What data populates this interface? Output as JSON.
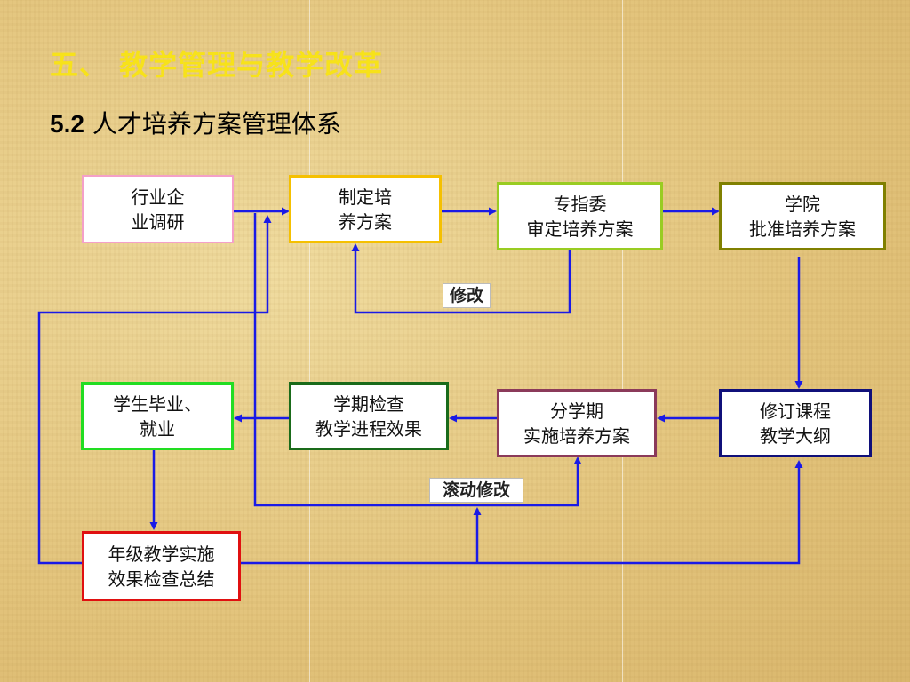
{
  "title": "五、 教学管理与教学改革",
  "subtitle": {
    "number": "5.2",
    "text": "人才培养方案管理体系"
  },
  "nodes": {
    "industry_research": {
      "line1": "行业企",
      "line2": "业调研"
    },
    "make_plan": {
      "line1": "制定培",
      "line2": "养方案"
    },
    "committee_review": {
      "line1": "专指委",
      "line2": "审定培养方案"
    },
    "college_approve": {
      "line1": "学院",
      "line2": "批准培养方案"
    },
    "revise_syllabus": {
      "line1": "修订课程",
      "line2": "教学大纲"
    },
    "semester_implement": {
      "line1": "分学期",
      "line2": "实施培养方案"
    },
    "semester_check": {
      "line1": "学期检查",
      "line2": "教学进程效果"
    },
    "graduation": {
      "line1": "学生毕业、",
      "line2": "就业"
    },
    "grade_summary": {
      "line1": "年级教学实施",
      "line2": "效果检查总结"
    }
  },
  "labels": {
    "revise": "修改",
    "rolling_revise": "滚动修改"
  },
  "colors": {
    "title": "#f7e21a",
    "arrow": "#1a1ae6",
    "industry_research": "#f4a0c8",
    "make_plan": "#f5c000",
    "committee_review": "#99cc22",
    "college_approve": "#808000",
    "revise_syllabus": "#10107a",
    "semester_implement": "#8b3a5a",
    "semester_check": "#1a6b1a",
    "graduation": "#22dd22",
    "grade_summary": "#e01010"
  }
}
